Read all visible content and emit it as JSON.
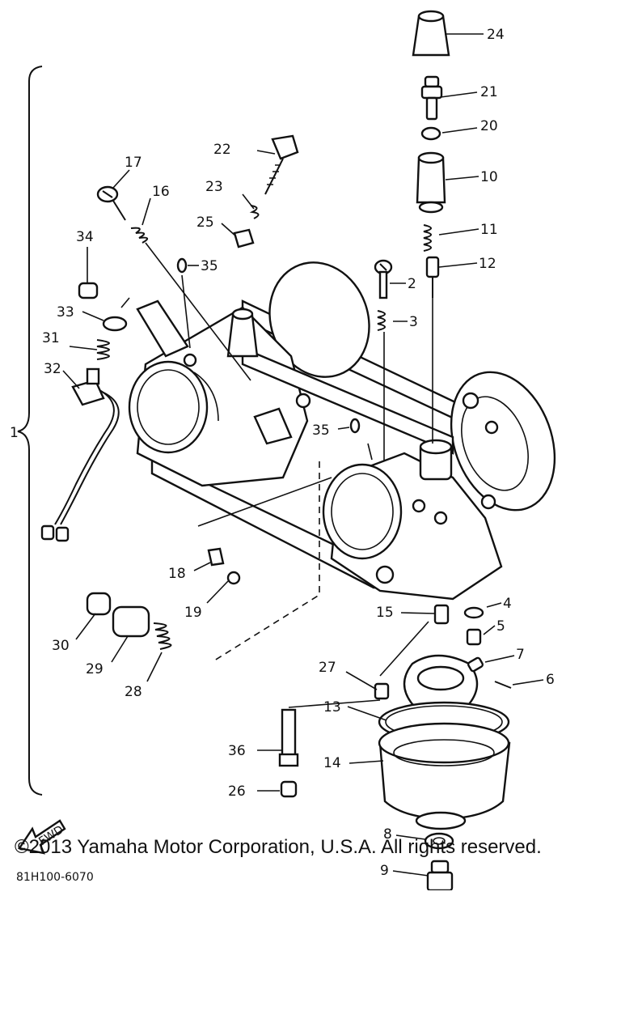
{
  "diagram": {
    "labels": {
      "p1": "1",
      "p2": "2",
      "p3": "3",
      "p4": "4",
      "p5": "5",
      "p6": "6",
      "p7": "7",
      "p8": "8",
      "p9": "9",
      "p10": "10",
      "p11": "11",
      "p12": "12",
      "p13": "13",
      "p14": "14",
      "p15": "15",
      "p16": "16",
      "p17": "17",
      "p18": "18",
      "p19": "19",
      "p20": "20",
      "p21": "21",
      "p22": "22",
      "p23": "23",
      "p24": "24",
      "p25": "25",
      "p26": "26",
      "p27": "27",
      "p28": "28",
      "p29": "29",
      "p30": "30",
      "p31": "31",
      "p32": "32",
      "p33": "33",
      "p34": "34",
      "p35a": "35",
      "p35b": "35",
      "p36": "36"
    },
    "fwd_label": "FWD",
    "figure_code": "81H100-6070"
  },
  "footer": {
    "copyright": "©2013 Yamaha Motor Corporation, U.S.A. All rights reserved."
  }
}
